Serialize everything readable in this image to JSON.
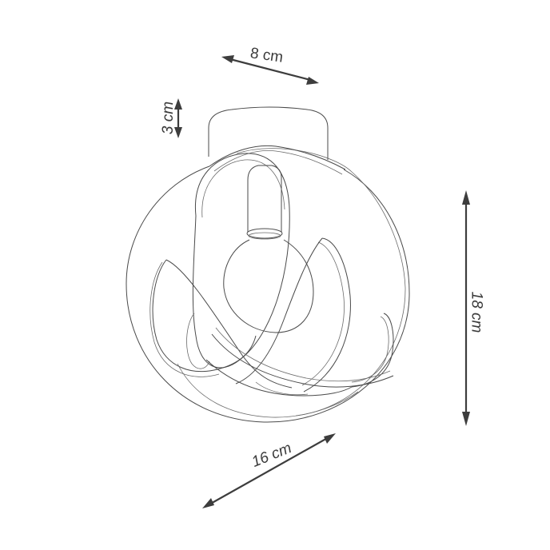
{
  "diagram": {
    "subject": "ceiling lamp with ribbon-loop spherical shade",
    "background_color": "#ffffff",
    "line_color": "#4a4a4a",
    "arrow_color": "#3d3d3d",
    "dimensions": {
      "canopy_diameter": {
        "label": "8 cm",
        "orientation": "diagonal-down-right"
      },
      "canopy_height": {
        "label": "3 cm",
        "orientation": "vertical"
      },
      "total_height": {
        "label": "18 cm",
        "orientation": "vertical"
      },
      "shade_diameter": {
        "label": "16 cm",
        "orientation": "diagonal-up-right"
      }
    },
    "parts": [
      {
        "name": "canopy",
        "shape": "cylinder"
      },
      {
        "name": "lamp-holder",
        "shape": "cylinder"
      },
      {
        "name": "bulb",
        "shape": "globe"
      },
      {
        "name": "shade",
        "shape": "interlaced ribbon loops forming a sphere"
      }
    ]
  }
}
